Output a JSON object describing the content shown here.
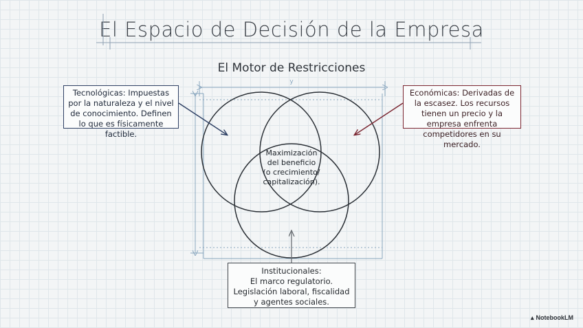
{
  "title": "El Espacio de Decisión de la Empresa",
  "subtitle": "El Motor de Restricciones",
  "dimension_label": "y",
  "boxes": {
    "tecnologicas": "Tecnológicas: Impuestas por la naturaleza y el nivel de conocimiento. Definen lo que es físicamente factible.",
    "economicas": "Económicas: Derivadas de la escasez. Los recursos tienen un precio y la empresa enfrenta competidores en su mercado.",
    "institucionales": {
      "line1": "Institucionales:",
      "line2": "El marco regulatorio.",
      "line3": "Legislación laboral, fiscalidad",
      "line4": "y agentes sociales."
    }
  },
  "center": {
    "line1": "Maximización",
    "line2": "del beneficio",
    "line3": "(o crecimiento/",
    "line4": "capitalización)."
  },
  "branding": "NotebookLM",
  "colors": {
    "tech_border": "#2d3f63",
    "econ_border": "#7a2530",
    "inst_border": "#3d4248",
    "circle_stroke": "#2a2f35",
    "dimension_lines": "#8aa7bf"
  }
}
